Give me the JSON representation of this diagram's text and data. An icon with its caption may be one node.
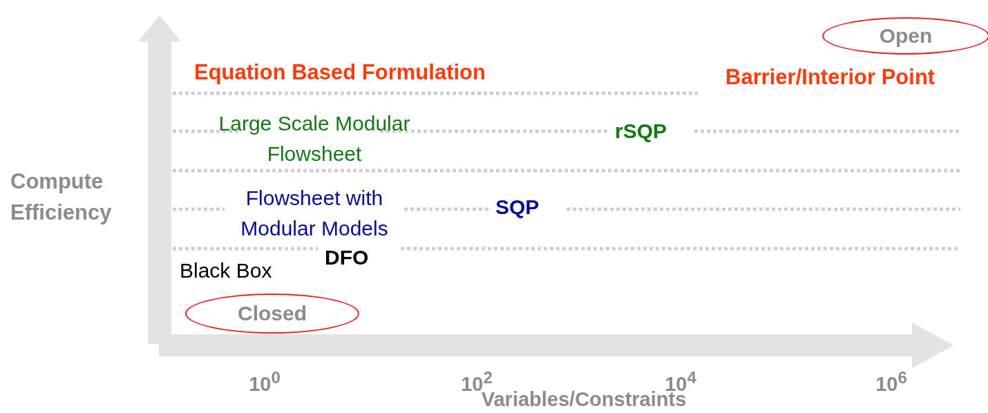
{
  "diagram": {
    "nodes": [
      {
        "text": [
          "Open"
        ]
      },
      {
        "text": [
          "Closed"
        ]
      }
    ],
    "labels": [
      "Equation Based Formulation",
      "Barrier/Interior Point",
      "Large Scale Modular Flowsheet",
      "rSQP",
      "Compute Efficiency",
      "Flowsheet with Modular Models",
      "SQP",
      "DFO",
      "Black Box",
      "10$^{0}$",
      "10$^{2}$",
      "10$^{4}$",
      "10$^{6}$",
      "Variables/Constraints"
    ]
  }
}
